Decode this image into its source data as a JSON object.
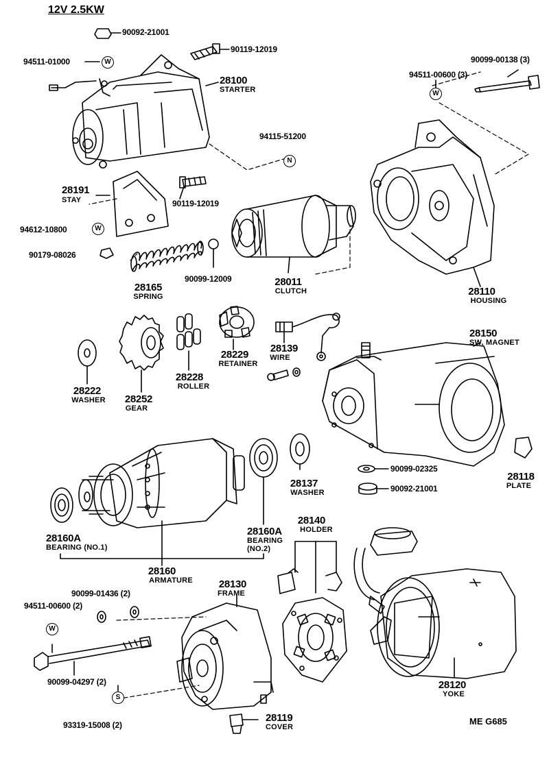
{
  "title": "12V 2.5KW",
  "footer_code": "ME  G685",
  "markers": {
    "W": "W",
    "N": "N",
    "S": "S"
  },
  "parts": {
    "p_90092_21001_top": "90092-21001",
    "p_90119_12019_top": "90119-12019",
    "p_94511_01000": "94511-01000",
    "p_28100": "28100",
    "p_28100_name": "STARTER",
    "p_90099_00138": "90099-00138 (3)",
    "p_94511_00600_3": "94511-00600 (3)",
    "p_94115_51200": "94115-51200",
    "p_28191": "28191",
    "p_28191_name": "STAY",
    "p_90119_12019_mid": "90119-12019",
    "p_94612_10800": "94612-10800",
    "p_90179_08026": "90179-08026",
    "p_28165": "28165",
    "p_28165_name": "SPRING",
    "p_90099_12009": "90099-12009",
    "p_28011": "28011",
    "p_28011_name": "CLUTCH",
    "p_28110": "28110",
    "p_28110_name": "HOUSING",
    "p_28222": "28222",
    "p_28222_name": "WASHER",
    "p_28252": "28252",
    "p_28252_name": "GEAR",
    "p_28228": "28228",
    "p_28228_name": "ROLLER",
    "p_28229": "28229",
    "p_28229_name": "RETAINER",
    "p_28139": "28139",
    "p_28139_name": "WIRE",
    "p_28150": "28150",
    "p_28150_name": "SW, MAGNET",
    "p_28137": "28137",
    "p_28137_name": "WASHER",
    "p_90099_02325": "90099-02325",
    "p_90092_21001_mid": "90092-21001",
    "p_28118": "28118",
    "p_28118_name": "PLATE",
    "p_28160A_1": "28160A",
    "p_28160A_1_name": "BEARING (NO.1)",
    "p_28160A_2": "28160A",
    "p_28160A_2_name1": "BEARING",
    "p_28160A_2_name2": "(NO.2)",
    "p_28160": "28160",
    "p_28160_name": "ARMATURE",
    "p_28140": "28140",
    "p_28140_name": "HOLDER",
    "p_28130": "28130",
    "p_28130_name": "FRAME",
    "p_90099_01436": "90099-01436 (2)",
    "p_94511_00600_2": "94511-00600 (2)",
    "p_90099_04297": "90099-04297 (2)",
    "p_93319_15008": "93319-15008 (2)",
    "p_28119": "28119",
    "p_28119_name": "COVER",
    "p_28120": "28120",
    "p_28120_name": "YOKE"
  }
}
